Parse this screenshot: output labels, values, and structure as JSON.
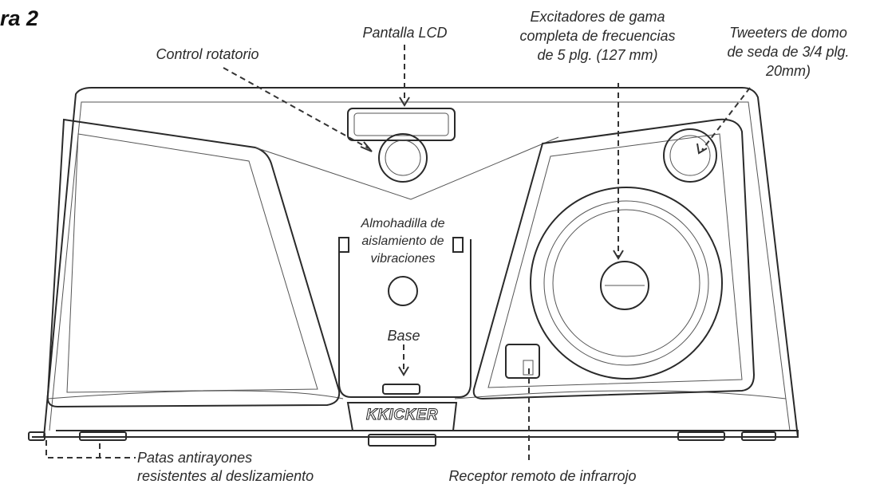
{
  "figure": {
    "title": "ra 2"
  },
  "product": {
    "brand": "KKICKER"
  },
  "labels": {
    "lcd": "Pantalla LCD",
    "knob": "Control rotatorio",
    "drivers_line1": "Excitadores de gama",
    "drivers_line2": "completa de frecuencias",
    "drivers_line3": "de 5 plg. (127 mm)",
    "tweeter_line1": "Tweeters de domo",
    "tweeter_line2": "de seda de 3/4 plg.",
    "tweeter_line3": "20mm)",
    "pad_line1": "Almohadilla de",
    "pad_line2": "aislamiento de",
    "pad_line3": "vibraciones",
    "base": "Base",
    "feet_line1": "Patas antirayones",
    "feet_line2": "resistentes al deslizamiento",
    "ir": "Receptor remoto de infrarrojo"
  }
}
